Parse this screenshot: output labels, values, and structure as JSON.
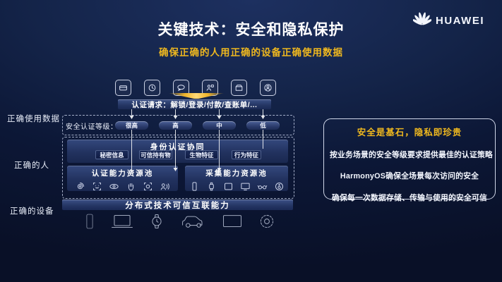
{
  "header": {
    "title": "关键技术：安全和隐私保护",
    "subtitle": "确保正确的人用正确的设备正确使用数据",
    "brand": "HUAWEI"
  },
  "left_labels": {
    "data": "正确使用数据",
    "person": "正确的人",
    "device": "正确的设备"
  },
  "diagram": {
    "request_icons": [
      "card-icon",
      "clock-icon",
      "chat-icon",
      "share-person-icon",
      "wallet-icon",
      "account-icon"
    ],
    "request_bar": "认证请求：解锁/登录/付款/查账单/...",
    "level_label": "安全认证等级：",
    "levels": [
      "很高",
      "高",
      "中",
      "低"
    ],
    "identity": {
      "title": "身份认证协同",
      "factors": [
        "秘密信息",
        "可信持有物",
        "生物特征",
        "行为特征"
      ]
    },
    "auth_pool": {
      "title": "认证能力资源池",
      "icons": [
        "fingerprint-icon",
        "face-scan-icon",
        "eye-scan-icon",
        "palm-icon",
        "iris-frame-icon",
        "voiceprint-icon"
      ]
    },
    "collect_pool": {
      "title": "采集能力资源池",
      "icons": [
        "phone-icon",
        "watch-icon",
        "tablet-icon",
        "tv-icon",
        "glasses-icon",
        "speaker-icon"
      ]
    },
    "distributed_bar": "分布式技术可信互联能力",
    "device_icons": [
      "phone-icon",
      "laptop-icon",
      "watch-icon",
      "car-icon",
      "tv-icon",
      "speaker-icon"
    ]
  },
  "right_panel": {
    "title": "安全是基石，隐私即珍贵",
    "lines": [
      "按业务场景的安全等级要求提供最佳的认证策略",
      "HarmonyOS确保全场景每次访问的安全",
      "确保每一次数据存储、传输与使用的安全可信"
    ]
  },
  "colors": {
    "background": "#0c1736",
    "gold": "#efb81f",
    "panel_blue": "#243563"
  }
}
